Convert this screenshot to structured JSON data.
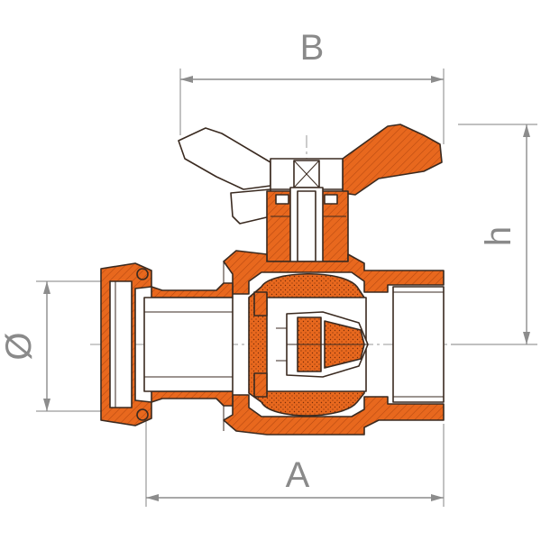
{
  "dimensions": {
    "A": "A",
    "B": "B",
    "h": "h",
    "diameter": "Ø"
  },
  "colors": {
    "section": "#e8681e",
    "hatch": "#b84a10",
    "outline": "#3a2a20",
    "dimension": "#8a8a8a",
    "background": "#ffffff",
    "handle_light": "#ffffff"
  }
}
